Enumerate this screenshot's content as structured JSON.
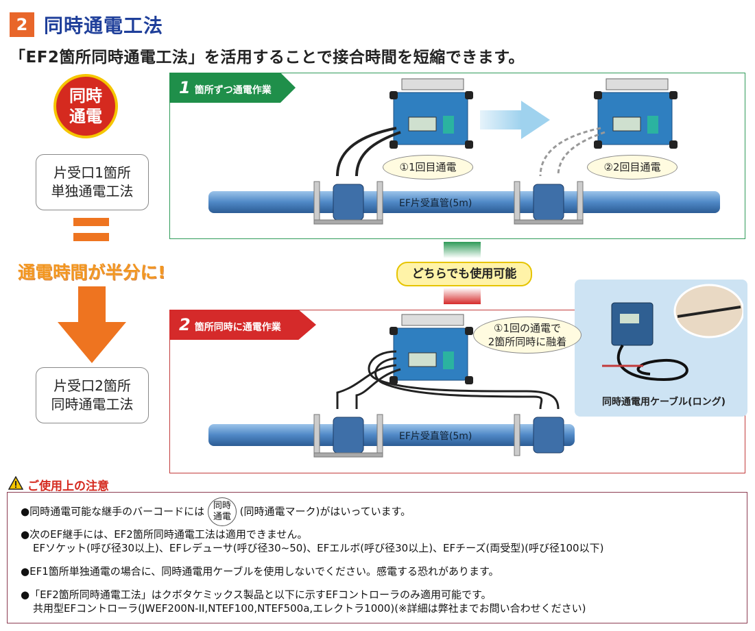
{
  "header": {
    "section_number": "2",
    "title": "同時通電工法",
    "subtitle": "「EF2箇所同時通電工法」を活用することで接合時間を短縮できます。"
  },
  "left": {
    "badge_line1": "同時",
    "badge_line2": "通電",
    "method1_line1": "片受口1箇所",
    "method1_line2": "単独通電工法",
    "half_text": "通電時間が半分に!",
    "method2_line1": "片受口2箇所",
    "method2_line2": "同時通電工法"
  },
  "top_panel": {
    "ribbon_num": "1",
    "ribbon_text": "箇所ずつ通電作業",
    "bubble1": "①1回目通電",
    "bubble2": "②2回目通電",
    "pipe_label": "EF片受直管(5m)"
  },
  "middle": {
    "both_label": "どちらでも使用可能"
  },
  "bottom_panel": {
    "ribbon_num": "2",
    "ribbon_text": "箇所同時に通電作業",
    "bubble_line1": "①1回の通電で",
    "bubble_line2": "2箇所同時に融着",
    "pipe_label": "EF片受直管(5m)",
    "photo_caption": "同時通電用ケーブル(ロング)"
  },
  "caution": {
    "title": "ご使用上の注意",
    "note1_pre": "●同時通電可能な継手のバーコードには",
    "mark_line1": "同時",
    "mark_line2": "通電",
    "note1_post": "(同時通電マーク)がはいっています。",
    "note2_line1": "●次のEF継手には、EF2箇所同時通電工法は適用できません。",
    "note2_line2": "EFソケット(呼び径30以上)、EFレデューサ(呼び径30~50)、EFエルボ(呼び径30以上)、EFチーズ(両受型)(呼び径100以下)",
    "note3": "●EF1箇所単独通電の場合に、同時通電用ケーブルを使用しないでください。感電する恐れがあります。",
    "note4_line1": "●「EF2箇所同時通電工法」はクボタケミックス製品と以下に示すEFコントローラのみ適用可能です。",
    "note4_line2": "共用型EFコントローラ(JWEF200N-II,NTEF100,NTEF500a,エレクトラ1000)(※詳細は弊社までお問い合わせください)"
  },
  "colors": {
    "accent_orange": "#e8662a",
    "title_blue": "#1f3f9a",
    "green": "#1f8f4a",
    "red": "#d52a2a",
    "pipe_blue": "#4f88c6",
    "controller_blue": "#2f7fc0"
  }
}
